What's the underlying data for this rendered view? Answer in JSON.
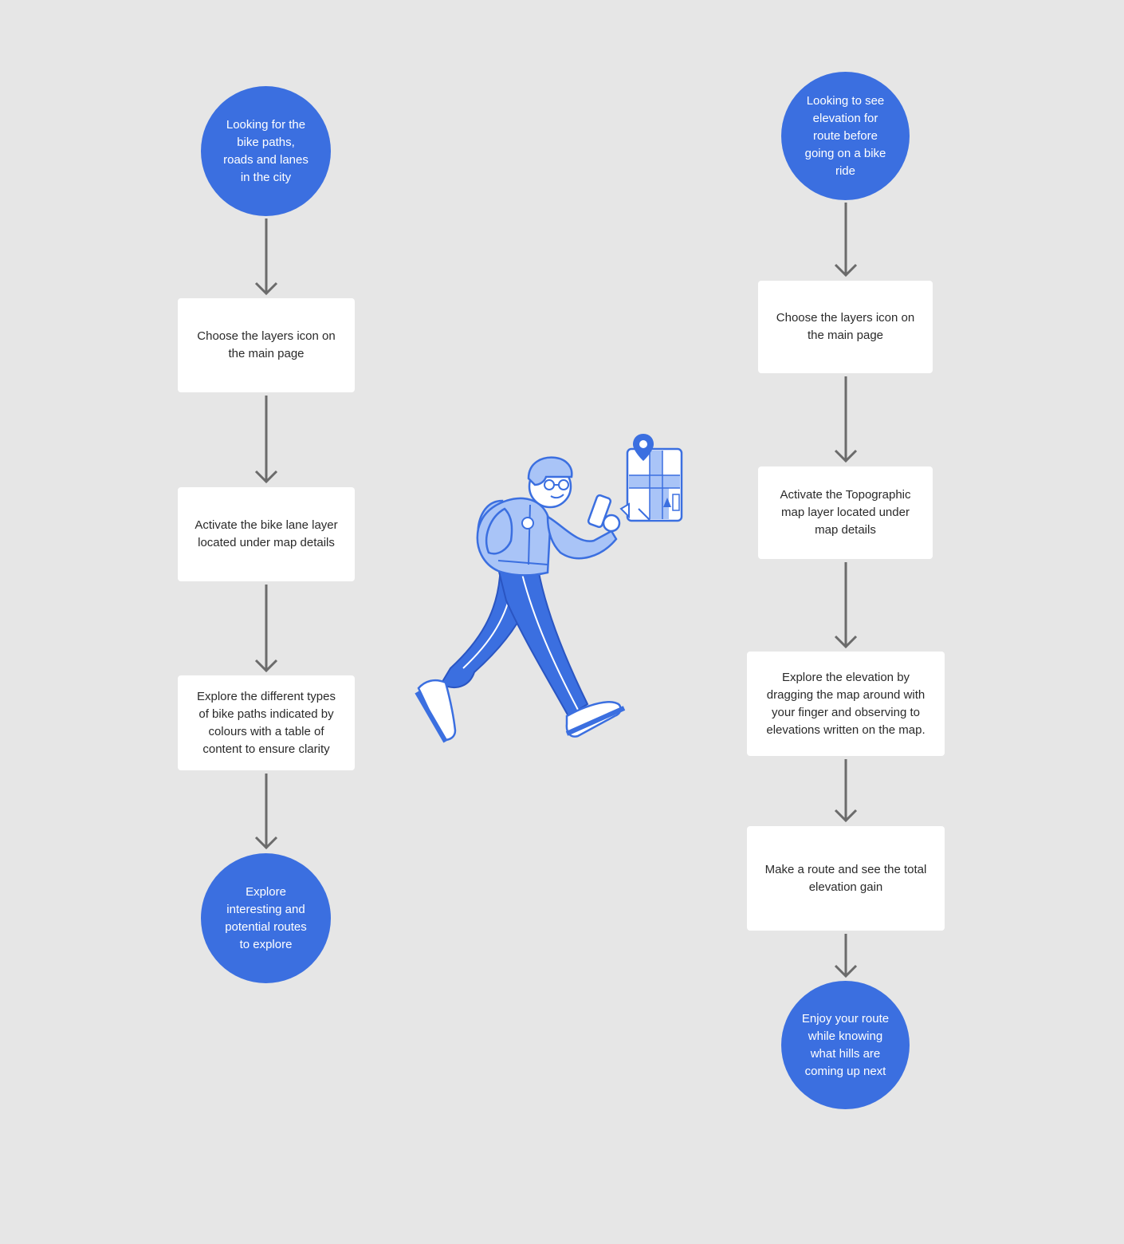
{
  "left_flow": {
    "start": "Looking for the bike paths, roads and lanes in the city",
    "steps": [
      "Choose the layers icon on the main page",
      "Activate the bike lane layer located under map details",
      "Explore the different types of bike paths indicated by colours with a table of content to ensure clarity"
    ],
    "end": "Explore interesting and potential routes to explore"
  },
  "right_flow": {
    "start": "Looking to see elevation for route before going on a bike ride",
    "steps": [
      "Choose the layers icon on the main page",
      "Activate the Topographic map layer located under map details",
      "Explore the elevation by dragging the map around with your finger and observing to elevations written on the map.",
      "Make a route and see the total elevation gain"
    ],
    "end": "Enjoy your route while knowing what hills are coming up next"
  },
  "colors": {
    "background": "#e6e6e6",
    "node_circle": "#3b6fe0",
    "step_box": "#ffffff",
    "arrow": "#6b6b6b",
    "illustration_light": "#a9c4f7",
    "illustration_dark": "#3b6fe0"
  },
  "illustration": {
    "icon": "walking-person-with-phone-and-map-icon"
  }
}
